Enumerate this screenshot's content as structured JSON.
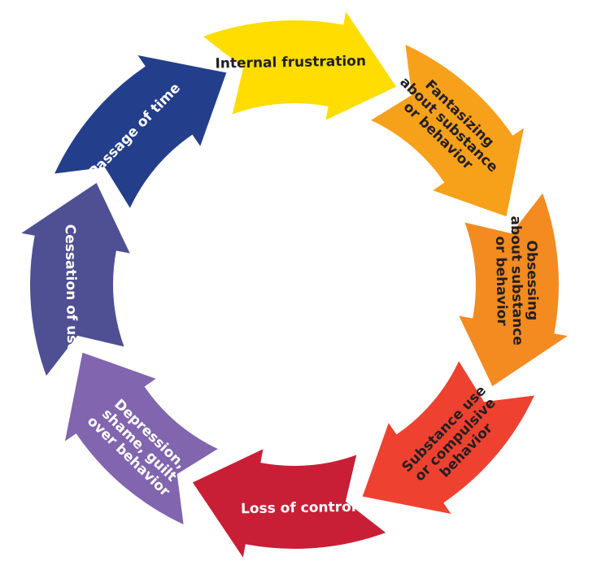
{
  "diagram": {
    "type": "cycle",
    "direction": "clockwise",
    "center_fill": "#ffffff",
    "segments": [
      {
        "id": "internal-frustration",
        "lines": [
          "Internal frustration"
        ],
        "color": "#FFDD00",
        "text_color": "#231F20"
      },
      {
        "id": "fantasizing",
        "lines": [
          "Fantasizing",
          "about substance",
          "or behavior"
        ],
        "color": "#F7A11A",
        "text_color": "#231F20"
      },
      {
        "id": "obsessing",
        "lines": [
          "Obsessing",
          "about substance",
          "or behavior"
        ],
        "color": "#F38B20",
        "text_color": "#231F20"
      },
      {
        "id": "substance-use",
        "lines": [
          "Substance use",
          "or compulsive",
          "behavior"
        ],
        "color": "#EE4130",
        "text_color": "#231F20"
      },
      {
        "id": "loss-of-control",
        "lines": [
          "Loss of control"
        ],
        "color": "#C81F36",
        "text_color": "#ffffff"
      },
      {
        "id": "depression",
        "lines": [
          "Depression,",
          "shame, guilt",
          "over behavior"
        ],
        "color": "#8165AE",
        "text_color": "#ffffff"
      },
      {
        "id": "cessation-of-use",
        "lines": [
          "Cessation of use"
        ],
        "color": "#4F4F94",
        "text_color": "#ffffff"
      },
      {
        "id": "passage-of-time",
        "lines": [
          "Passage of time"
        ],
        "color": "#233E8B",
        "text_color": "#ffffff"
      }
    ]
  }
}
